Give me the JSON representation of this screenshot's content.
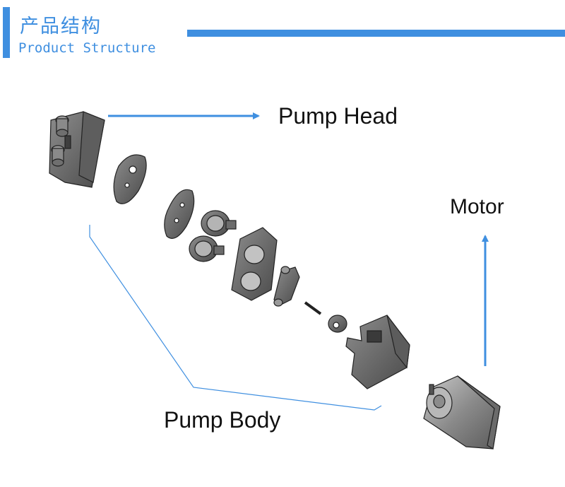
{
  "header": {
    "title_cn": "产品结构",
    "title_en": "Product Structure",
    "accent_color": "#3f8fe0"
  },
  "labels": {
    "pump_head": "Pump Head",
    "motor": "Motor",
    "pump_body": "Pump Body"
  },
  "parts": [
    "pump-head-cover",
    "valve-plate",
    "diaphragm-plate",
    "diaphragm-cup-upper",
    "diaphragm-cup-lower",
    "pump-chamber-frame",
    "connecting-rod",
    "pin",
    "eccentric-wheel",
    "motor-bracket",
    "motor"
  ]
}
